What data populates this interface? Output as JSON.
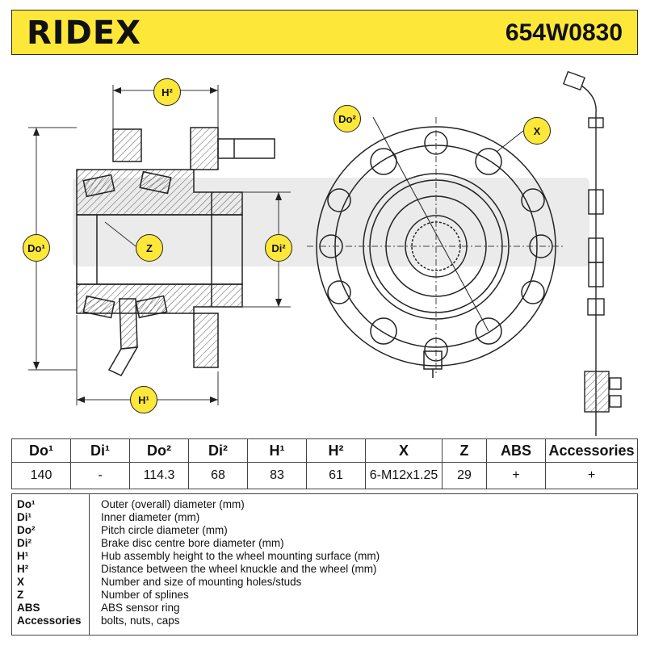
{
  "header": {
    "brand": "RIDEX",
    "part_number": "654W0830"
  },
  "drawing": {
    "labels": {
      "h2": "H²",
      "h1": "H¹",
      "do1": "Do¹",
      "di2": "Di²",
      "z": "Z",
      "do2": "Do²",
      "x": "X"
    },
    "colors": {
      "badge": "#fde83a",
      "line": "#222222",
      "hatch": "#555555"
    },
    "icons": [
      "wheel-hub-cross-section-icon",
      "wheel-hub-front-view-icon",
      "abs-sensor-cable-icon",
      "ridex-watermark-icon"
    ]
  },
  "table": {
    "headers": [
      "Do¹",
      "Di¹",
      "Do²",
      "Di²",
      "H¹",
      "H²",
      "X",
      "Z",
      "ABS",
      "Accessories"
    ],
    "values": [
      "140",
      "-",
      "114.3",
      "68",
      "83",
      "61",
      "6-M12x1.25",
      "29",
      "+",
      "+"
    ]
  },
  "legend": [
    {
      "key": "Do¹",
      "desc": "Outer (overall) diameter (mm)"
    },
    {
      "key": "Di¹",
      "desc": "Inner diameter (mm)"
    },
    {
      "key": "Do²",
      "desc": "Pitch circle diameter (mm)"
    },
    {
      "key": "Di²",
      "desc": "Brake disc centre bore diameter (mm)"
    },
    {
      "key": "H¹",
      "desc": "Hub assembly height to the wheel mounting surface (mm)"
    },
    {
      "key": "H²",
      "desc": "Distance between the wheel knuckle and the wheel (mm)"
    },
    {
      "key": "X",
      "desc": "Number and size of mounting holes/studs"
    },
    {
      "key": "Z",
      "desc": "Number of splines"
    },
    {
      "key": "ABS",
      "desc": "ABS sensor ring"
    },
    {
      "key": "Accessories",
      "desc": "bolts, nuts, caps"
    }
  ]
}
